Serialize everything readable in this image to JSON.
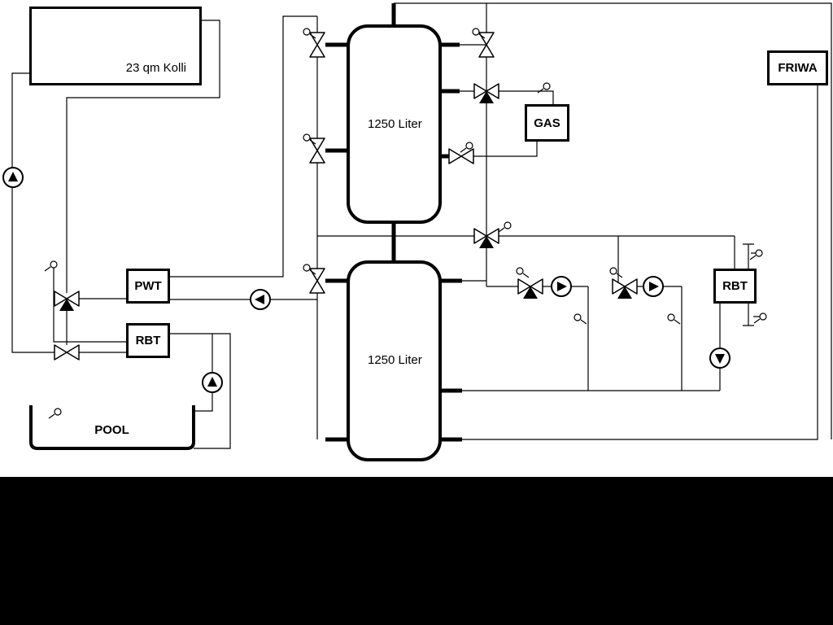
{
  "diagram": {
    "collector": {
      "label": "23 qm Kolli"
    },
    "tanks": [
      {
        "label": "1250 Liter"
      },
      {
        "label": "1250 Liter"
      }
    ],
    "boxes": {
      "pwt": "PWT",
      "rbt_left": "RBT",
      "gas": "GAS",
      "friwa": "FRIWA",
      "rbt_right": "RBT"
    },
    "pool": {
      "label": "POOL"
    },
    "colors": {
      "line": "#000000",
      "panel": "#ffffff",
      "letterbox": "#000000"
    },
    "icons": {
      "pump": "circle-with-filled-triangle",
      "valve": "bowtie-two-triangles",
      "mixing_valve": "bowtie-with-filled-third-port",
      "sensor": "small-circle-with-stem"
    }
  }
}
